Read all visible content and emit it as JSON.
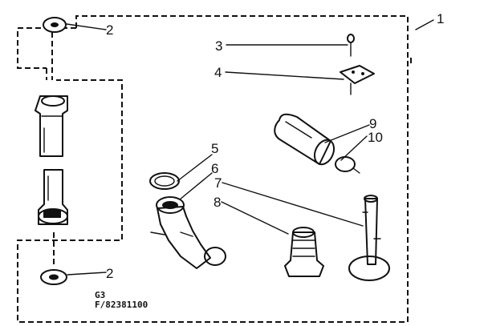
{
  "diagram": {
    "callouts": [
      {
        "id": "c1",
        "label": "1"
      },
      {
        "id": "c2a",
        "label": "2"
      },
      {
        "id": "c2b",
        "label": "2"
      },
      {
        "id": "c3",
        "label": "3"
      },
      {
        "id": "c4",
        "label": "4"
      },
      {
        "id": "c5",
        "label": "5"
      },
      {
        "id": "c6",
        "label": "6"
      },
      {
        "id": "c7",
        "label": "7"
      },
      {
        "id": "c8",
        "label": "8"
      },
      {
        "id": "c9",
        "label": "9"
      },
      {
        "id": "c10",
        "label": "10"
      }
    ],
    "footer": {
      "group_code": "G3",
      "part_number": "F/82381100"
    }
  }
}
